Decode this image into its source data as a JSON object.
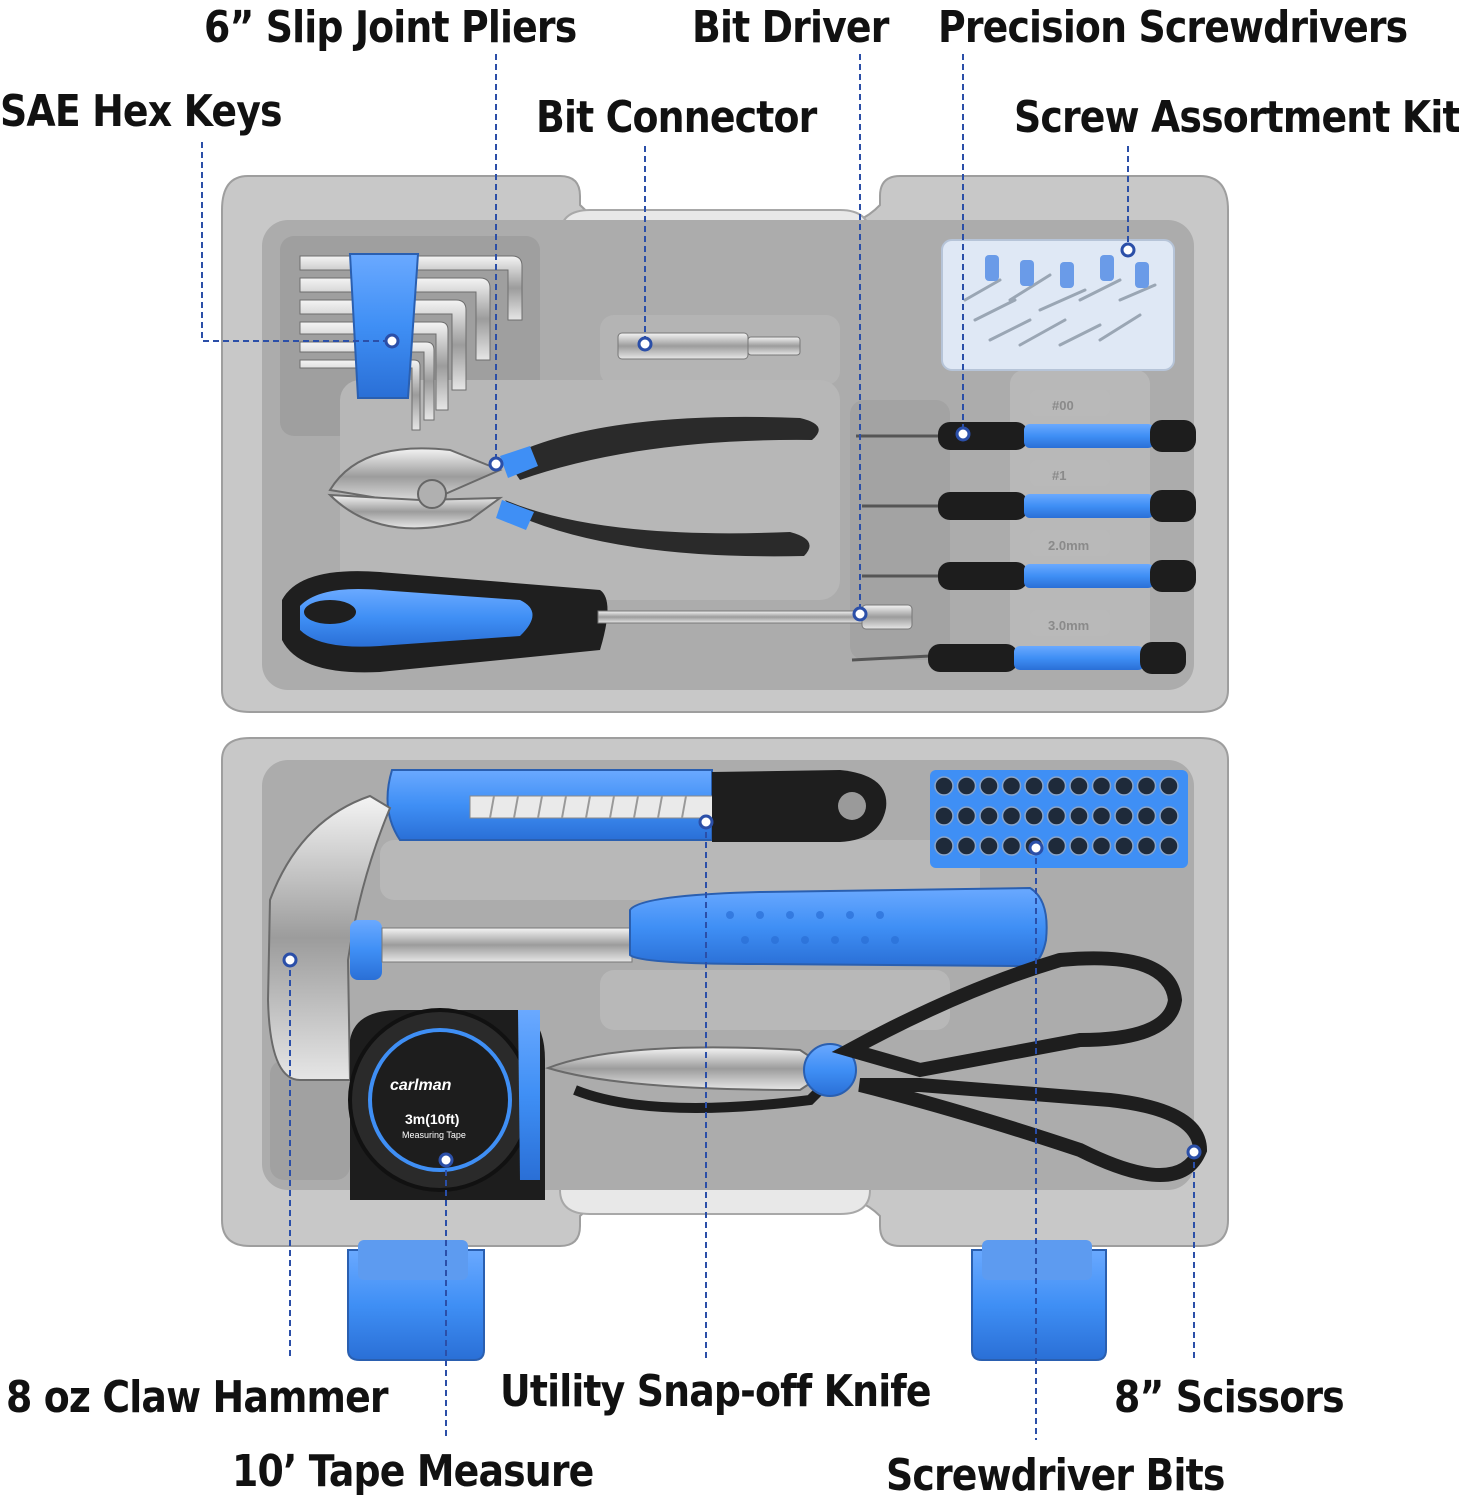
{
  "callouts": {
    "slip_joint_pliers": "6” Slip Joint Pliers",
    "bit_driver": "Bit Driver",
    "precision_screwdrivers": "Precision Screwdrivers",
    "sae_hex_keys": "SAE Hex Keys",
    "bit_connector": "Bit Connector",
    "screw_assortment_kit": "Screw Assortment Kit",
    "claw_hammer": "8 oz Claw Hammer",
    "utility_knife": "Utility Snap-off Knife",
    "scissors": "8” Scissors",
    "tape_measure": "10’ Tape Measure",
    "screwdriver_bits": "Screwdriver Bits"
  },
  "slot_labels": [
    "#00",
    "#1",
    "2.0mm",
    "3.0mm"
  ],
  "tape_measure": {
    "brand": "carlman",
    "size": "3m(10ft)",
    "caption": "Measuring Tape"
  },
  "colors": {
    "accent_blue": "#3f8ff5",
    "case_gray": "#c6c6c6",
    "tray_gray": "#a9a9a9",
    "leader_line": "#2b4fa8",
    "label_text": "#111111"
  }
}
